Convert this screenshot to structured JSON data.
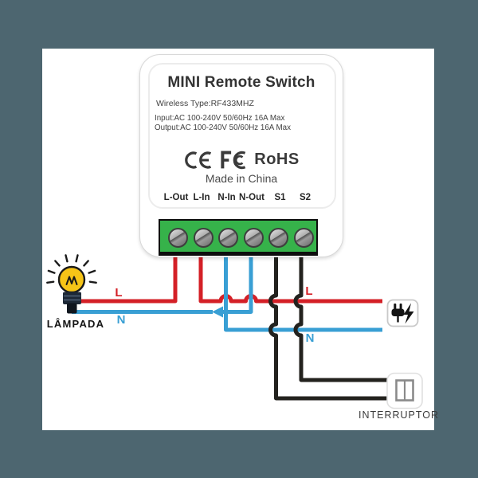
{
  "device": {
    "title": "MINI Remote Switch",
    "wireless_type": "Wireless Type:RF433MHZ",
    "input_rating": "Input:AC 100-240V 50/60Hz 16A Max",
    "output_rating": "Output:AC 100-240V 50/60Hz 16A Max",
    "certifications": [
      "CE",
      "FCC",
      "RoHS"
    ],
    "rohs_label": "RoHS",
    "made_in": "Made in China",
    "terminals": [
      "L-Out",
      "L-In",
      "N-In",
      "N-Out",
      "S1",
      "S2"
    ]
  },
  "wiring": {
    "lamp_label": "LÂMPADA",
    "switch_label": "INTERRUPTOR",
    "lamp_live_label": "L",
    "lamp_neutral_label": "N",
    "mains_live_label": "L",
    "mains_neutral_label": "N",
    "icons": [
      "lamp-icon",
      "power-plug-icon",
      "lightning-bolt-icon",
      "rocker-switch-icon",
      "ce-mark-icon",
      "fcc-mark-icon"
    ]
  },
  "colors": {
    "background": "#4d6670",
    "panel": "#ffffff",
    "live_wire": "#d42027",
    "neutral_wire": "#399fd4",
    "signal_wire": "#23221e",
    "terminal_block_green": "#36b24a"
  }
}
